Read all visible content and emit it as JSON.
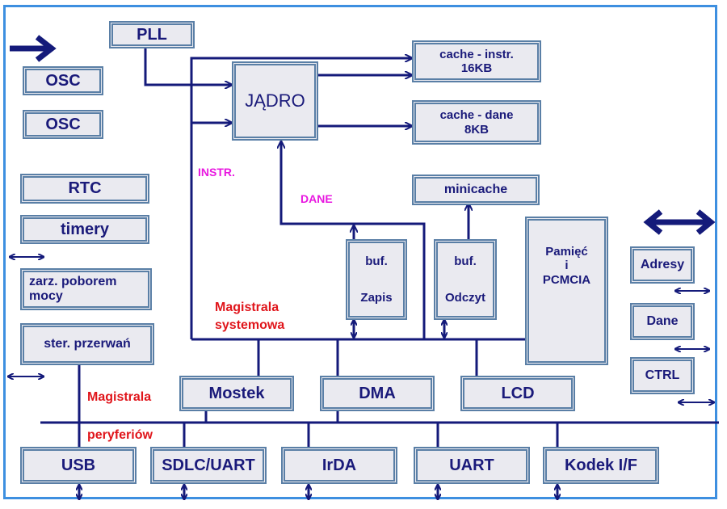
{
  "blocks": {
    "pll": "PLL",
    "osc1": "OSC",
    "osc2": "OSC",
    "jadro": "JĄDRO",
    "cache_instr": [
      "cache - instr.",
      "16KB"
    ],
    "cache_dane": [
      "cache - dane",
      "8KB"
    ],
    "minicache": "minicache",
    "rtc": "RTC",
    "timery": "timery",
    "zarz": [
      "zarz. poborem",
      "mocy"
    ],
    "ster": "ster. przerwań",
    "buf_zapis": [
      "buf.",
      "Zapis"
    ],
    "buf_odczyt": [
      "buf.",
      "Odczyt"
    ],
    "pamiec": [
      "Pamięć",
      "i",
      "PCMCIA"
    ],
    "adresy": "Adresy",
    "dane": "Dane",
    "ctrl": "CTRL",
    "mostek": "Mostek",
    "dma": "DMA",
    "lcd": "LCD",
    "usb": "USB",
    "sdlc": "SDLC/UART",
    "irda": "IrDA",
    "uart": "UART",
    "kodek": "Kodek I/F"
  },
  "labels": {
    "instr": "INSTR.",
    "dane": "DANE",
    "mag_sys_1": "Magistrala",
    "mag_sys_2": "systemowa",
    "mag_per_1": "Magistrala",
    "mag_per_2": "peryferiów"
  },
  "colors": {
    "wire": "#141a7a",
    "block_border": "#5a7fa6",
    "block_fill": "#eaeaf0",
    "frame": "#3d8fe0",
    "label_red": "#e0151b",
    "label_magenta": "#e818e0"
  }
}
